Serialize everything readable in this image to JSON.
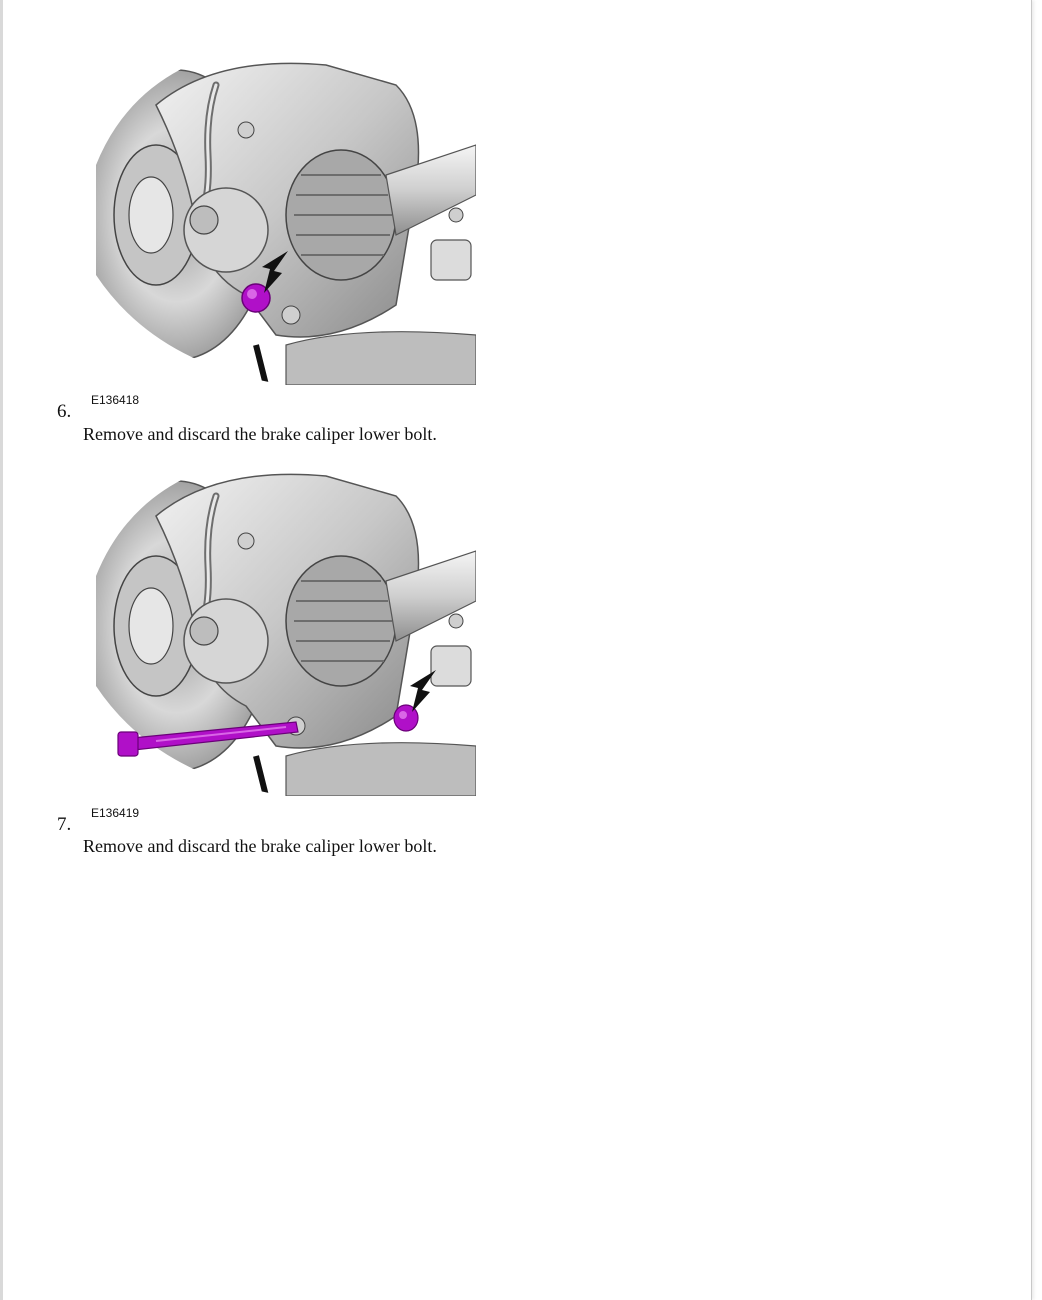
{
  "steps": [
    {
      "number": "6.",
      "figure_id": "E136418",
      "text": "Remove and discard the brake caliper lower bolt.",
      "callout": "purple-bolt-head"
    },
    {
      "number": "7.",
      "figure_id": "E136419",
      "text": "Remove and discard the brake caliper lower bolt.",
      "callout": "purple-bolt-removed"
    }
  ],
  "colors": {
    "highlight": "#b010c8",
    "metal_light": "#e4e4e4",
    "metal_mid": "#b9b9b9",
    "metal_dark": "#6b6b6b",
    "arrow": "#111111"
  }
}
